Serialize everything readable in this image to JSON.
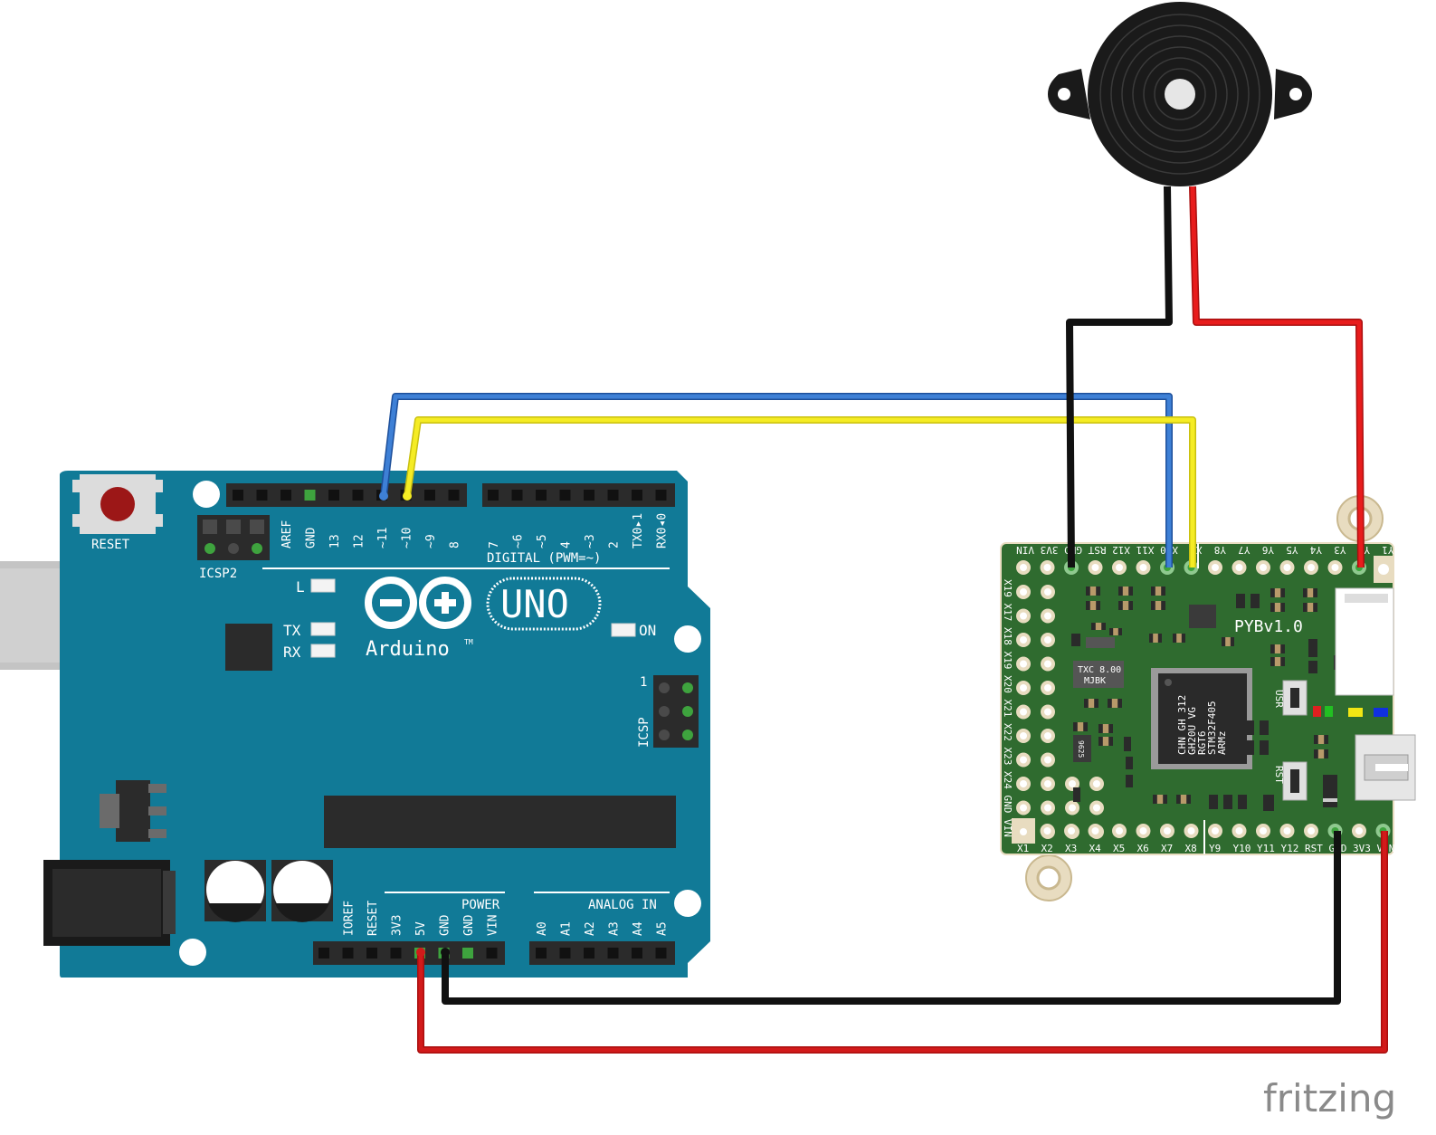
{
  "arduino": {
    "reset_label": "RESET",
    "icsp2_label": "ICSP2",
    "icsp_label": "ICSP",
    "icsp_pin1": "1",
    "logo_text": "Arduino",
    "tm": "TM",
    "model": "UNO",
    "led_l": "L",
    "led_tx": "TX",
    "led_rx": "RX",
    "led_on": "ON",
    "digital_label": "DIGITAL (PWM=~)",
    "digital_pins": [
      "AREF",
      "GND",
      "13",
      "12",
      "~11",
      "~10",
      "~9",
      "8",
      "7",
      "~6",
      "~5",
      "4",
      "~3",
      "2",
      "TX0▸1",
      "RX0◂0"
    ],
    "power_label": "POWER",
    "power_pins": [
      "IOREF",
      "RESET",
      "3V3",
      "5V",
      "GND",
      "GND",
      "VIN"
    ],
    "analog_label": "ANALOG IN",
    "analog_pins": [
      "A0",
      "A1",
      "A2",
      "A3",
      "A4",
      "A5"
    ]
  },
  "pyboard": {
    "name": "PYBv1.0",
    "top_pins": [
      "VIN",
      "3V3",
      "GND",
      "RST",
      "X12",
      "X11",
      "X10",
      "X9",
      "Y8",
      "Y7",
      "Y6",
      "Y5",
      "Y4",
      "Y3",
      "Y2",
      "Y1"
    ],
    "left_pins": [
      "X19",
      "X17",
      "X18",
      "X19",
      "X20",
      "X21",
      "X22",
      "X23",
      "X24",
      "GND",
      "VIN"
    ],
    "bottom_pins": [
      "X1",
      "X2",
      "X3",
      "X4",
      "X5",
      "X6",
      "X7",
      "X8",
      "Y9",
      "Y10",
      "Y11",
      "Y12",
      "RST",
      "GND",
      "3V3",
      "VIN"
    ],
    "usr_label": "USR",
    "rst_label": "RST",
    "crystal_label_1": "TXC 8.00",
    "crystal_label_2": "MJBK",
    "chip_lines": [
      "ARMz",
      "STM32F405",
      "RGT6",
      "GH20U VG",
      "CHN GH 312"
    ],
    "small_chip": "9625"
  },
  "wires": [
    {
      "name": "blue-wire",
      "color": "#2f6fc8"
    },
    {
      "name": "yellow-wire",
      "color": "#f2e614"
    },
    {
      "name": "black-wire",
      "color": "#111111"
    },
    {
      "name": "red-wire",
      "color": "#d61a1a"
    }
  ],
  "watermark": "fritzing"
}
